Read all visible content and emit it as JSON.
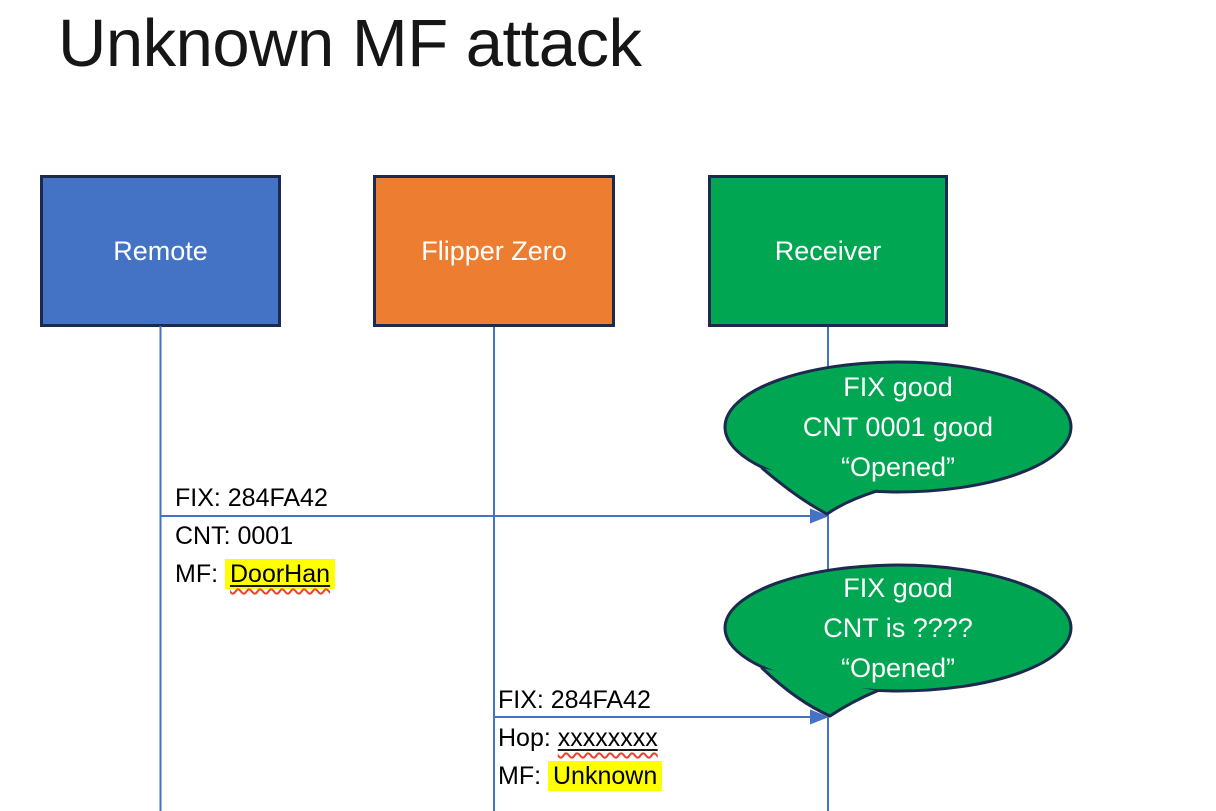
{
  "title": "Unknown MF attack",
  "actors": [
    {
      "id": "remote",
      "label": "Remote",
      "fill": "#4472C4"
    },
    {
      "id": "flipper-zero",
      "label": "Flipper Zero",
      "fill": "#ED7D31"
    },
    {
      "id": "receiver",
      "label": "Receiver",
      "fill": "#00A651"
    }
  ],
  "messages": [
    {
      "from": "Remote",
      "to": "Receiver",
      "lines": [
        {
          "text": "FIX: 284FA42"
        },
        {
          "text": "CNT: 0001"
        },
        {
          "prefix": "MF: ",
          "value": "DoorHan",
          "highlight": true,
          "spellcheck_underline": true
        }
      ]
    },
    {
      "from": "Flipper Zero",
      "to": "Receiver",
      "lines": [
        {
          "text": "FIX: 284FA42"
        },
        {
          "prefix": "Hop: ",
          "value": "xxxxxxxx",
          "highlight": false,
          "spellcheck_underline": true
        },
        {
          "prefix": "MF: ",
          "value": "Unknown",
          "highlight": true,
          "spellcheck_underline": false
        }
      ]
    }
  ],
  "bubbles": [
    {
      "speaker": "Receiver",
      "lines": [
        "FIX good",
        "CNT 0001 good",
        "“Opened”"
      ]
    },
    {
      "speaker": "Receiver",
      "lines": [
        "FIX good",
        "CNT is ????",
        "“Opened”"
      ]
    }
  ],
  "colors": {
    "actor_border": "#1B2A4E",
    "lifeline": "#4472C4",
    "arrow": "#4472C4",
    "bubble_fill": "#00A651",
    "bubble_border": "#1B2A4E",
    "highlight": "#FFFF00",
    "squiggle": "#E8442E",
    "message_text": "#000000",
    "actor_text": "#FFFFFF",
    "title_text": "#161616"
  }
}
